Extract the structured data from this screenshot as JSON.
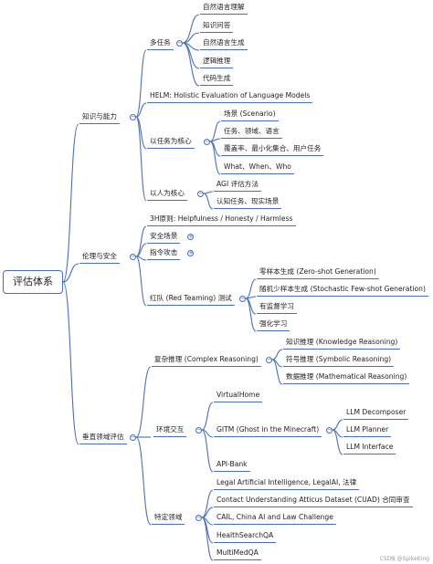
{
  "root": "评估体系",
  "branches": {
    "knowledge": {
      "label": "知识与能力",
      "multitask": {
        "label": "多任务",
        "items": [
          "自然语言理解",
          "知识问答",
          "自然语言生成",
          "逻辑推理",
          "代码生成"
        ]
      },
      "helm": "HELM: Holistic Evaluation of Language Models",
      "task_centric": {
        "label": "以任务为核心",
        "items": [
          "场景 (Scenario)",
          "任务、领域、语言",
          "覆盖率、最小化集合、用户任务",
          "What、When、Who"
        ]
      },
      "human_centric": {
        "label": "以人为核心",
        "items": [
          "AGI 评估方法",
          "认知任务、现实场景"
        ]
      }
    },
    "ethics": {
      "label": "伦理与安全",
      "hhh": "3H原则: Helpfulness / Honesty / Harmless",
      "safety": "安全场景",
      "prompt_attack": "指令攻击",
      "red_team": {
        "label": "红队 (Red Teaming) 测试",
        "items": [
          "零样本生成 (Zero-shot Generation)",
          "随机少样本生成 (Stochastic Few-shot Generation)",
          "有监督学习",
          "强化学习"
        ]
      }
    },
    "vertical": {
      "label": "垂直领域评估",
      "complex": {
        "label": "复杂推理 (Complex Reasoning)",
        "items": [
          "知识推理 (Knowledge Reasoning)",
          "符号推理 (Symbolic Reasoning)",
          "数据推理 (Mathematical Reasoning)"
        ]
      },
      "env": {
        "label": "环境交互",
        "virtualhome": "VirtualHome",
        "gitm": {
          "label": "GITM (Ghost in the Minecraft)",
          "items": [
            "LLM Decomposer",
            "LLM Planner",
            "LLM Interface"
          ]
        },
        "apibank": "API-Bank"
      },
      "domain": {
        "label": "特定领域",
        "items": [
          "Legal Artificial Intelligence, LegalAI, 法律",
          "Contact Understanding Atticus Dataset (CUAD) 合同审查",
          "CAIL, China AI and Law Challenge",
          "HealthSearchQA",
          "MultiMedQA"
        ]
      }
    }
  },
  "watermark": "CSDN @SpikeKing",
  "colors": {
    "line": "#4b6fb5",
    "text": "#222222"
  }
}
